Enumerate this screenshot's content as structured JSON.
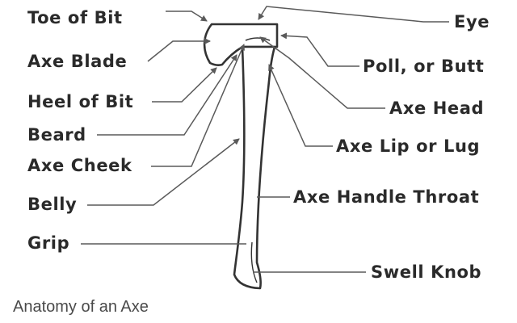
{
  "caption": "Anatomy of an Axe",
  "labels": {
    "toe_of_bit": "Toe of Bit",
    "axe_blade": "Axe Blade",
    "heel_of_bit": "Heel of Bit",
    "beard": "Beard",
    "axe_cheek": "Axe Cheek",
    "belly": "Belly",
    "grip": "Grip",
    "eye": "Eye",
    "poll_or_butt": "Poll, or Butt",
    "axe_head": "Axe Head",
    "axe_lip_or_lug": "Axe Lip or Lug",
    "axe_handle_throat": "Axe Handle Throat",
    "swell_knob": "Swell Knob"
  },
  "colors": {
    "line": "#5a5a5a",
    "text": "#2a2a2a",
    "caption": "#4a4a4a"
  }
}
